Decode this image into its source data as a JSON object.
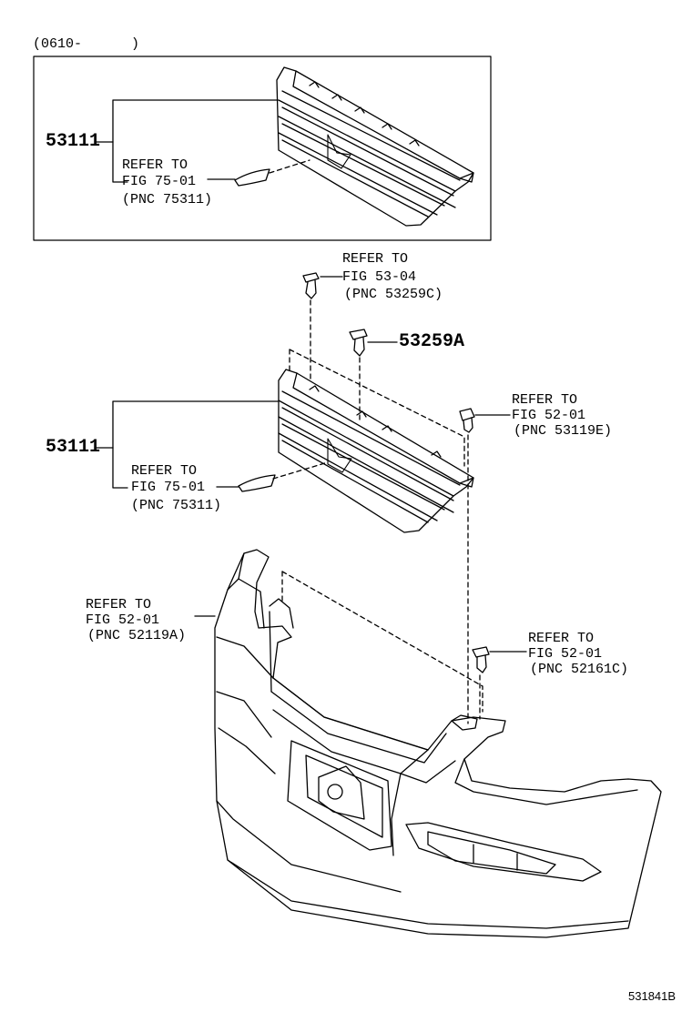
{
  "header": {
    "date_range": "(0610-      )"
  },
  "inset": {
    "part_number": "53111",
    "refer": {
      "line1": "REFER TO",
      "line2": "FIG 75-01",
      "line3": "(PNC 75311)"
    }
  },
  "clip_top": {
    "refer": {
      "line1": "REFER TO",
      "line2": "FIG 53-04",
      "line3": "(PNC 53259C)"
    }
  },
  "clip_53259a": {
    "part_number": "53259A"
  },
  "clip_right": {
    "refer": {
      "line1": "REFER TO",
      "line2": "FIG 52-01",
      "line3": "(PNC 53119E)"
    }
  },
  "main_grille": {
    "part_number": "53111",
    "refer": {
      "line1": "REFER TO",
      "line2": "FIG 75-01",
      "line3": "(PNC 75311)"
    }
  },
  "bumper": {
    "refer": {
      "line1": "REFER TO",
      "line2": "FIG 52-01",
      "line3": "(PNC 52119A)"
    }
  },
  "clip_bumper": {
    "refer": {
      "line1": "REFER TO",
      "line2": "FIG 52-01",
      "line3": "(PNC 52161C)"
    }
  },
  "footer": {
    "diagram_code": "531841B"
  }
}
